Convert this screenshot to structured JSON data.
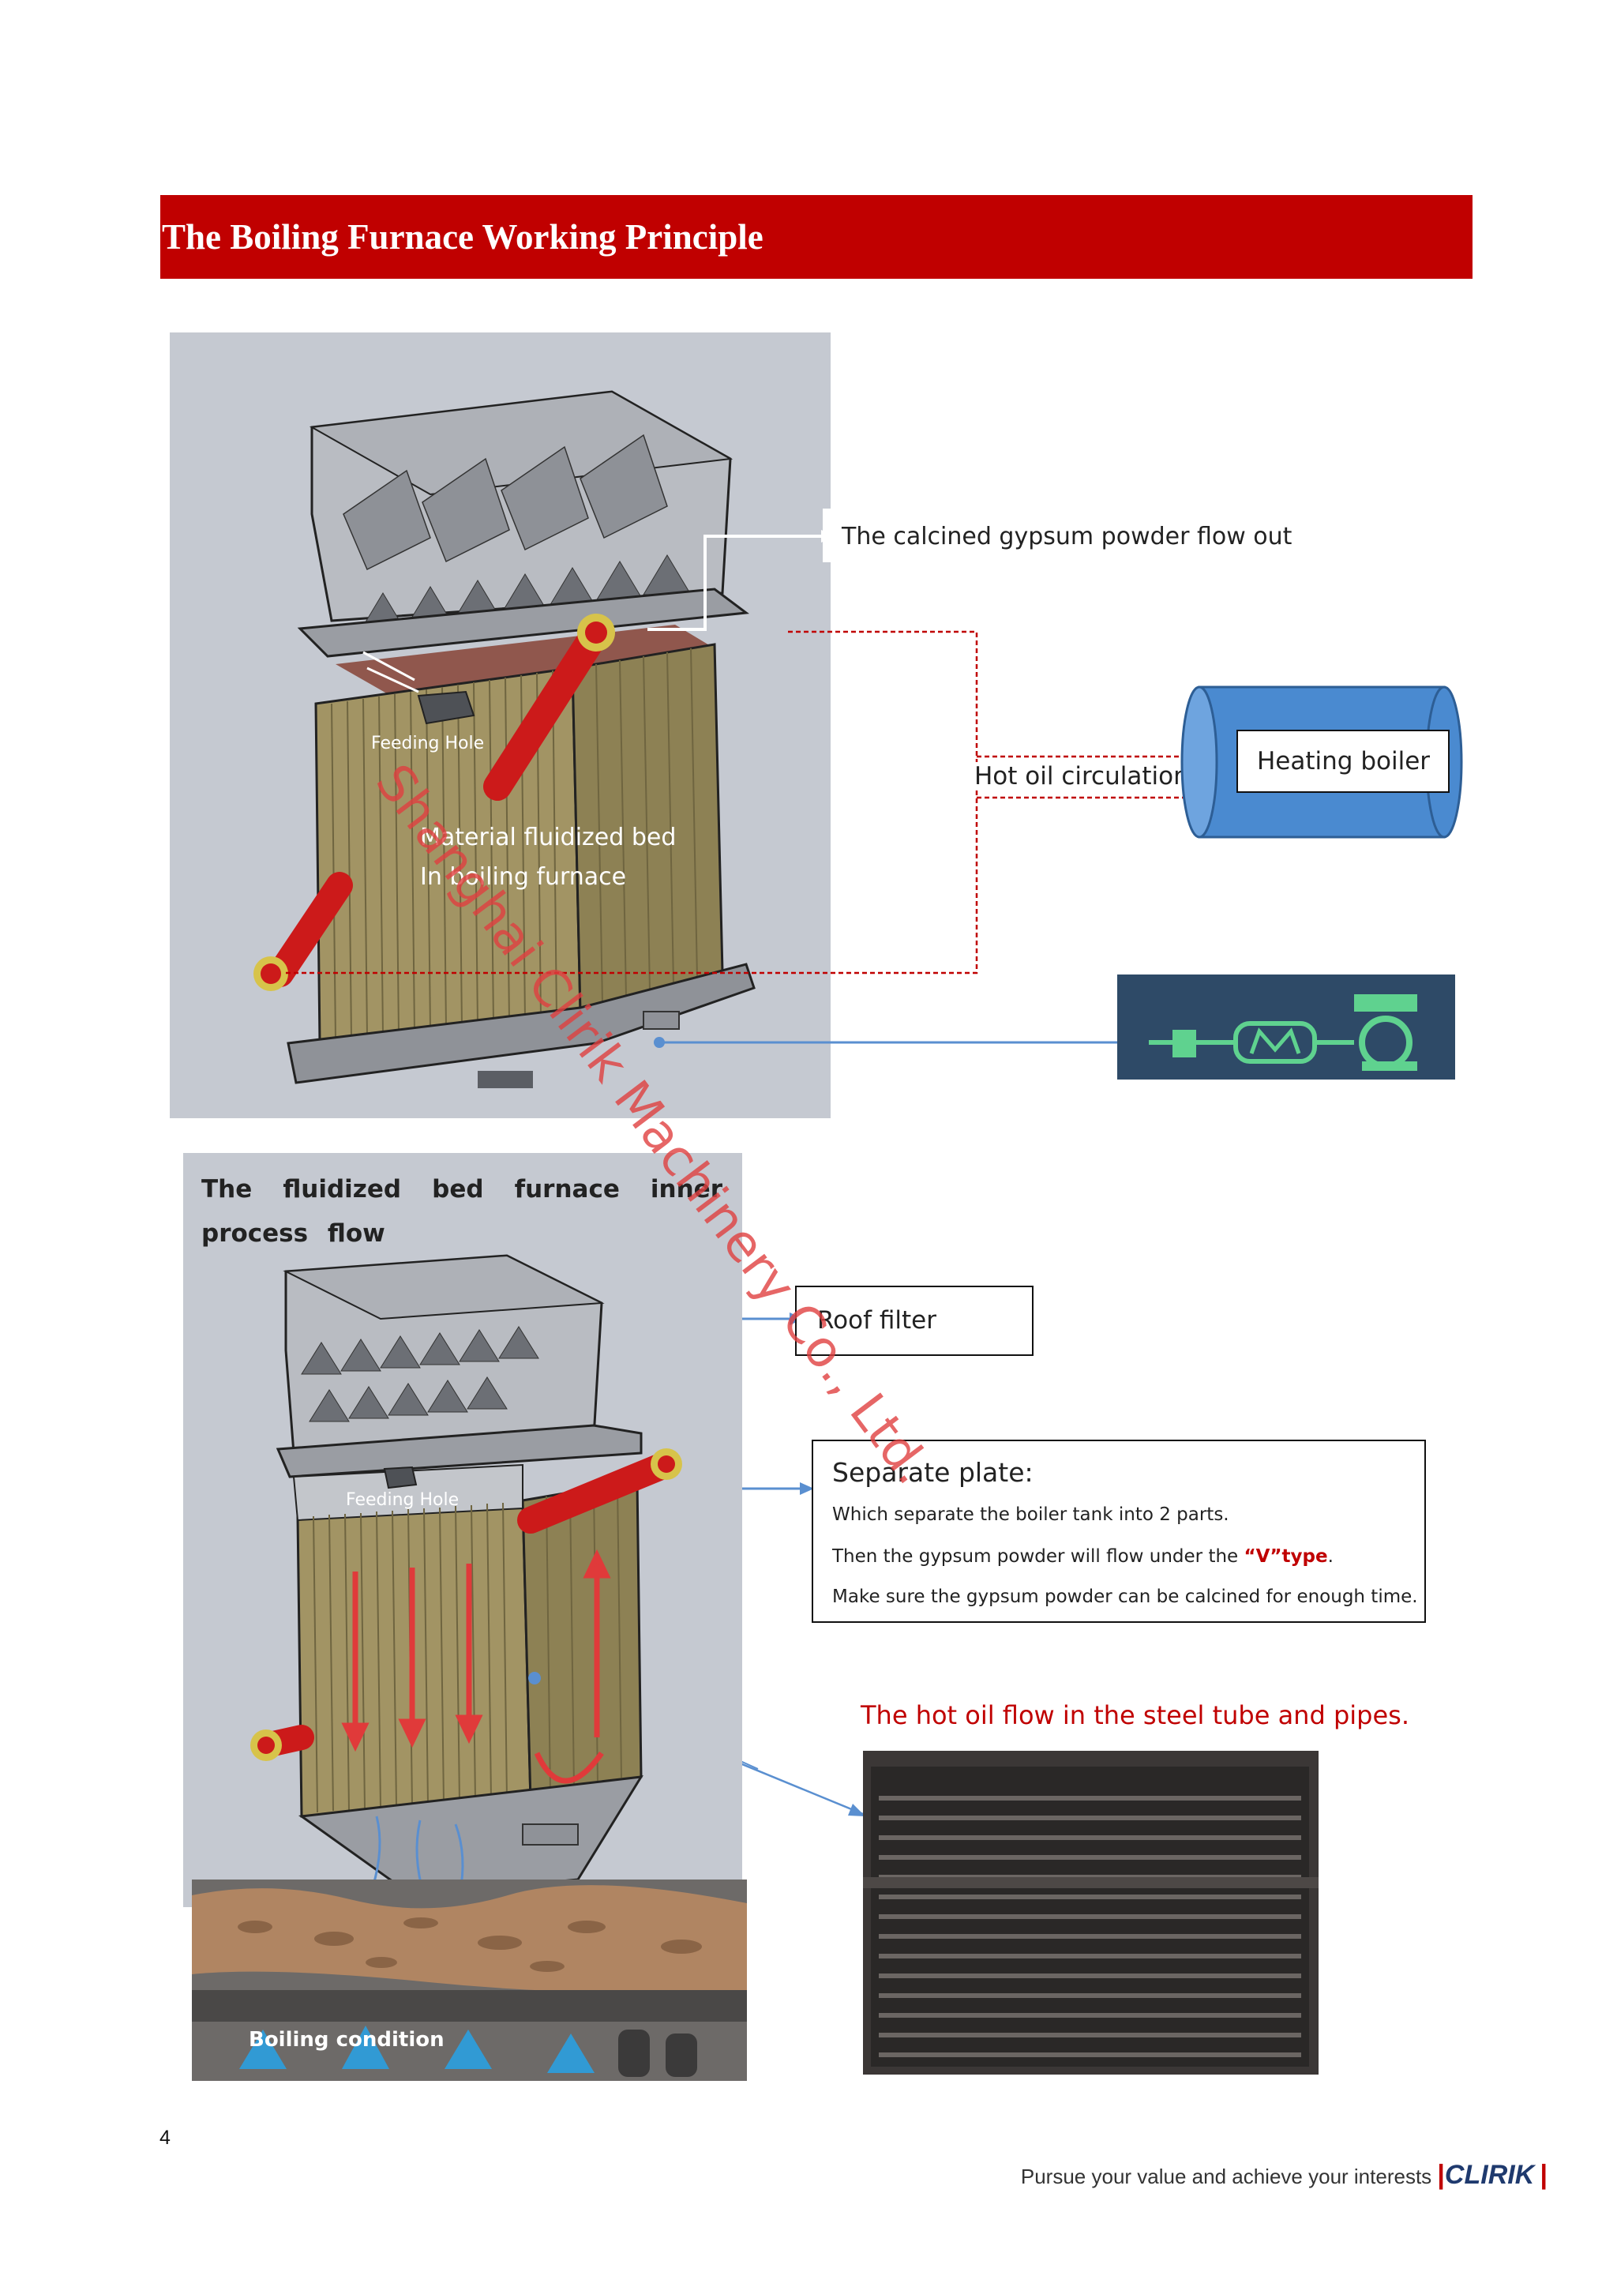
{
  "header": {
    "title": "The Boiling Furnace Working Principle"
  },
  "diagram_top": {
    "label_feeding_hole": "Feeding Hole",
    "label_bed_line1": "Material fluidized bed",
    "label_bed_line2": "In boiling furnace",
    "label_flow_out": "The calcined gypsum powder flow out",
    "label_hot_oil": "Hot oil circulation",
    "label_heating_boiler": "Heating boiler"
  },
  "diagram_bottom": {
    "panel_title": "The fluidized bed furnace inner process flow",
    "label_feeding_hole": "Feeding Hole",
    "label_roof_filter": "Roof filter",
    "separate_plate": {
      "title": "Separate plate:",
      "line1": "Which separate the boiler tank into 2 parts.",
      "line2_pre": "Then the gypsum powder will flow under the ",
      "line2_em": "“V”type",
      "line2_post": ".",
      "line3": "Make sure the gypsum powder can be calcined for enough time."
    },
    "hot_oil_caption": "The hot oil flow in the steel tube and pipes.",
    "boiling_label": "Boiling condition"
  },
  "watermark": "Shanghai Clirik Machinery Co., Ltd.",
  "page_number": "4",
  "footer": {
    "slogan": "Pursue your value and achieve your interests",
    "brand": "CLIRIK",
    "divider": "|"
  },
  "colors": {
    "banner": "#c00000",
    "pipe": "#cc1a1a",
    "boiler": "#4a8ad0",
    "panel_bg": "#c5c9d1"
  }
}
